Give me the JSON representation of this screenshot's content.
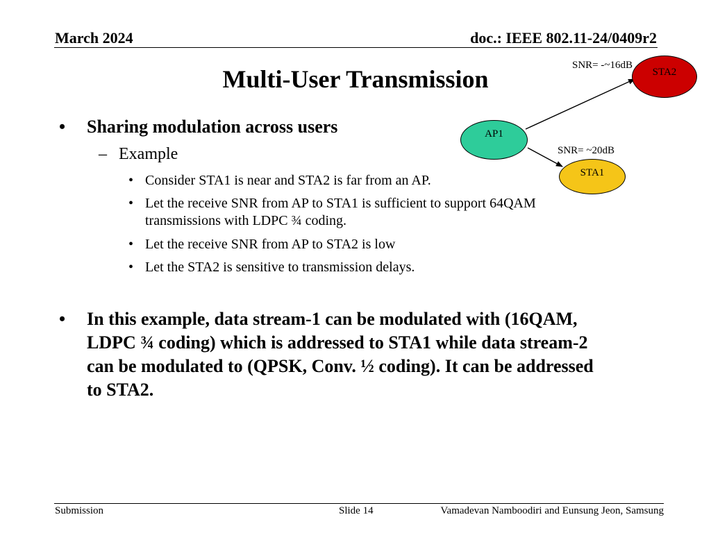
{
  "header": {
    "date": "March  2024",
    "doc_id": "doc.: IEEE 802.11-24/0409r2"
  },
  "title": "Multi-User Transmission",
  "content": {
    "bullet1": {
      "mark": "•",
      "text": "Sharing modulation across users"
    },
    "sub_bullet": {
      "mark": "–",
      "text": "Example"
    },
    "sub_sub_bullets": [
      {
        "mark": "•",
        "lines": [
          "Consider STA1 is near and STA2 is far from an AP."
        ]
      },
      {
        "mark": "•",
        "lines": [
          "Let the receive SNR from AP to STA1 is sufficient to support 64QAM",
          "transmissions with LDPC ¾ coding."
        ]
      },
      {
        "mark": "•",
        "lines": [
          "Let the receive SNR from AP to STA2 is low"
        ]
      },
      {
        "mark": "•",
        "lines": [
          "Let the STA2 is sensitive to transmission delays."
        ]
      }
    ],
    "bullet2": {
      "mark": "•",
      "lines": [
        "In this example, data stream-1 can be modulated with (16QAM,",
        "LDPC ¾ coding) which is addressed to STA1 while data stream-2",
        "can be modulated to (QPSK, Conv. ½ coding). It can be addressed",
        "to STA2."
      ]
    }
  },
  "diagram": {
    "ap": {
      "label": "AP1",
      "color": "#2ecc9a"
    },
    "sta1": {
      "label": "STA1",
      "color": "#f5c518",
      "snr": "SNR= ~20dB"
    },
    "sta2": {
      "label": "STA2",
      "color": "#cc0000",
      "snr": "SNR= -~16dB"
    }
  },
  "footer": {
    "left": "Submission",
    "slide": "Slide 14",
    "authors": "Vamadevan Namboodiri and Eunsung Jeon, Samsung"
  }
}
